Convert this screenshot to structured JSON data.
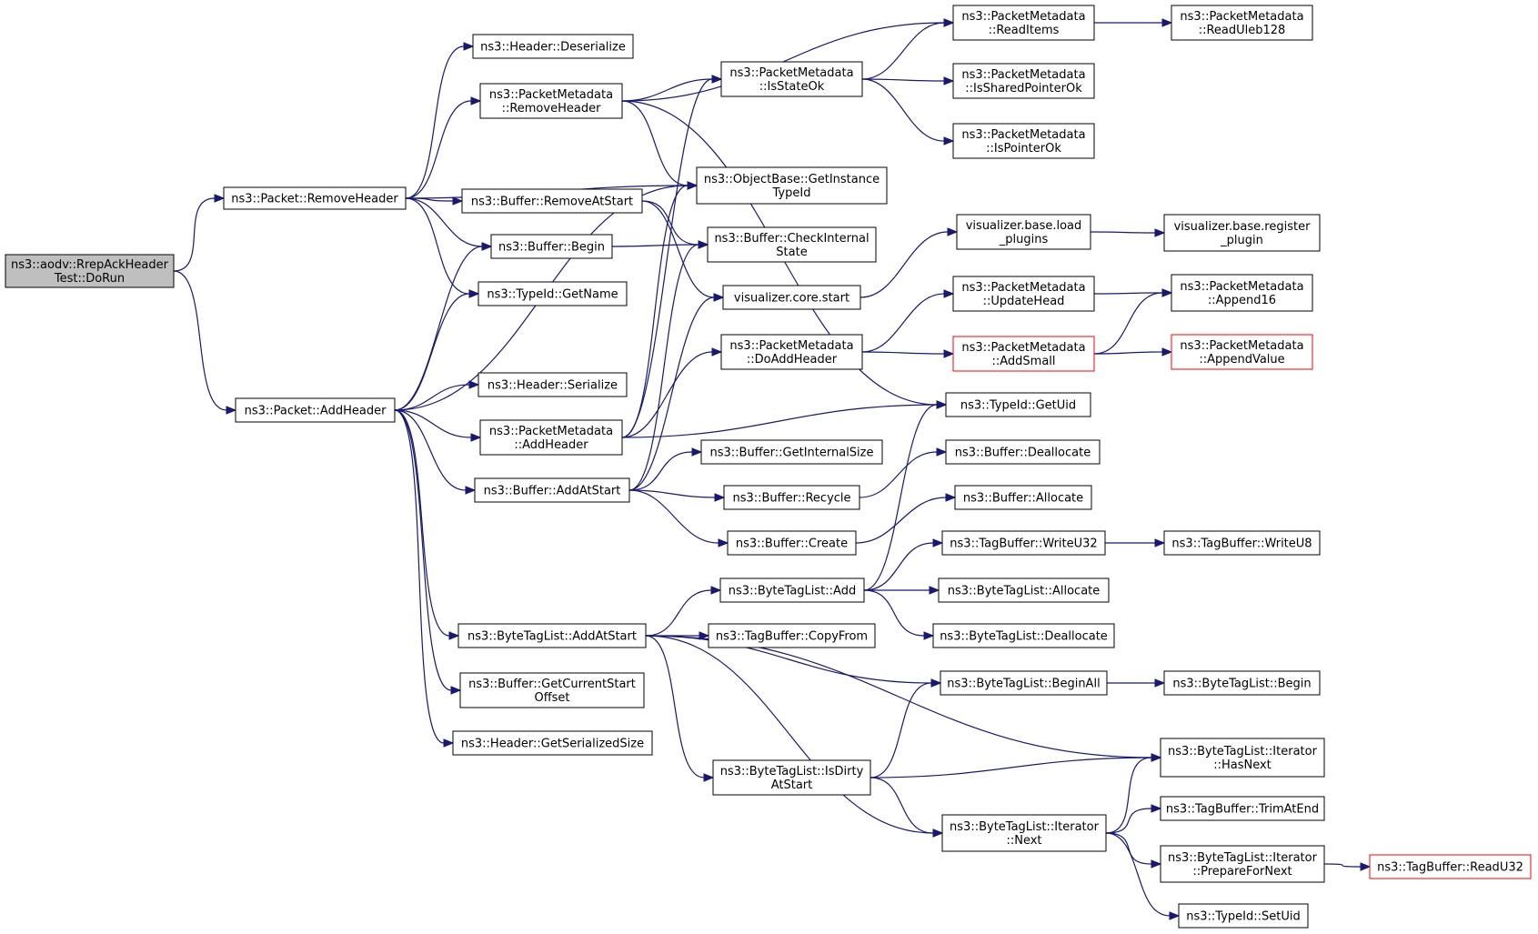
{
  "colors": {
    "edge": "#191970",
    "root_fill": "#bfbfbf",
    "node_border": "#000000",
    "truncated_border": "#ff0000"
  },
  "nodes": {
    "root": {
      "lines": [
        "ns3::aodv::RrepAckHeader",
        "Test::DoRun"
      ],
      "kind": "root"
    },
    "pkt_remove": {
      "lines": [
        "ns3::Packet::RemoveHeader"
      ]
    },
    "pkt_add": {
      "lines": [
        "ns3::Packet::AddHeader"
      ]
    },
    "hdr_deser": {
      "lines": [
        "ns3::Header::Deserialize"
      ]
    },
    "pm_remove": {
      "lines": [
        "ns3::PacketMetadata",
        "::RemoveHeader"
      ]
    },
    "buf_removeatstart": {
      "lines": [
        "ns3::Buffer::RemoveAtStart"
      ]
    },
    "buf_begin": {
      "lines": [
        "ns3::Buffer::Begin"
      ]
    },
    "typeid_getname": {
      "lines": [
        "ns3::TypeId::GetName"
      ]
    },
    "hdr_ser": {
      "lines": [
        "ns3::Header::Serialize"
      ]
    },
    "pm_addheader": {
      "lines": [
        "ns3::PacketMetadata",
        "::AddHeader"
      ]
    },
    "buf_addatstart": {
      "lines": [
        "ns3::Buffer::AddAtStart"
      ]
    },
    "btl_addatstart": {
      "lines": [
        "ns3::ByteTagList::AddAtStart"
      ]
    },
    "buf_getcurstart": {
      "lines": [
        "ns3::Buffer::GetCurrentStart",
        "Offset"
      ]
    },
    "hdr_getsersize": {
      "lines": [
        "ns3::Header::GetSerializedSize"
      ]
    },
    "pm_isstateok": {
      "lines": [
        "ns3::PacketMetadata",
        "::IsStateOk"
      ]
    },
    "ob_getinstance": {
      "lines": [
        "ns3::ObjectBase::GetInstance",
        "TypeId"
      ]
    },
    "buf_checkinternal": {
      "lines": [
        "ns3::Buffer::CheckInternal",
        "State"
      ]
    },
    "vis_core_start": {
      "lines": [
        "visualizer.core.start"
      ]
    },
    "pm_doaddheader": {
      "lines": [
        "ns3::PacketMetadata",
        "::DoAddHeader"
      ]
    },
    "buf_getinternalsize": {
      "lines": [
        "ns3::Buffer::GetInternalSize"
      ]
    },
    "buf_recycle": {
      "lines": [
        "ns3::Buffer::Recycle"
      ]
    },
    "buf_create": {
      "lines": [
        "ns3::Buffer::Create"
      ]
    },
    "btl_add": {
      "lines": [
        "ns3::ByteTagList::Add"
      ]
    },
    "tb_copyfrom": {
      "lines": [
        "ns3::TagBuffer::CopyFrom"
      ]
    },
    "btl_isdirty": {
      "lines": [
        "ns3::ByteTagList::IsDirty",
        "AtStart"
      ]
    },
    "pm_readitems": {
      "lines": [
        "ns3::PacketMetadata",
        "::ReadItems"
      ]
    },
    "pm_issharedptr": {
      "lines": [
        "ns3::PacketMetadata",
        "::IsSharedPointerOk"
      ]
    },
    "pm_isptr": {
      "lines": [
        "ns3::PacketMetadata",
        "::IsPointerOk"
      ]
    },
    "vis_base_load": {
      "lines": [
        "visualizer.base.load",
        "_plugins"
      ]
    },
    "pm_updatehead": {
      "lines": [
        "ns3::PacketMetadata",
        "::UpdateHead"
      ]
    },
    "pm_addsmall": {
      "lines": [
        "ns3::PacketMetadata",
        "::AddSmall"
      ],
      "kind": "trunc"
    },
    "typeid_getuid": {
      "lines": [
        "ns3::TypeId::GetUid"
      ]
    },
    "buf_dealloc": {
      "lines": [
        "ns3::Buffer::Deallocate"
      ]
    },
    "buf_alloc": {
      "lines": [
        "ns3::Buffer::Allocate"
      ]
    },
    "tb_writeu32": {
      "lines": [
        "ns3::TagBuffer::WriteU32"
      ]
    },
    "btl_alloc": {
      "lines": [
        "ns3::ByteTagList::Allocate"
      ]
    },
    "btl_dealloc": {
      "lines": [
        "ns3::ByteTagList::Deallocate"
      ]
    },
    "btl_beginall": {
      "lines": [
        "ns3::ByteTagList::BeginAll"
      ]
    },
    "btli_next": {
      "lines": [
        "ns3::ByteTagList::Iterator",
        "::Next"
      ]
    },
    "pm_readuleb": {
      "lines": [
        "ns3::PacketMetadata",
        "::ReadUleb128"
      ]
    },
    "vis_base_register": {
      "lines": [
        "visualizer.base.register",
        "_plugin"
      ]
    },
    "pm_append16": {
      "lines": [
        "ns3::PacketMetadata",
        "::Append16"
      ]
    },
    "pm_appendvalue": {
      "lines": [
        "ns3::PacketMetadata",
        "::AppendValue"
      ],
      "kind": "trunc"
    },
    "tb_writeu8": {
      "lines": [
        "ns3::TagBuffer::WriteU8"
      ]
    },
    "btl_begin": {
      "lines": [
        "ns3::ByteTagList::Begin"
      ]
    },
    "btli_hasnext": {
      "lines": [
        "ns3::ByteTagList::Iterator",
        "::HasNext"
      ]
    },
    "tb_trimatend": {
      "lines": [
        "ns3::TagBuffer::TrimAtEnd"
      ]
    },
    "btli_prepare": {
      "lines": [
        "ns3::ByteTagList::Iterator",
        "::PrepareForNext"
      ]
    },
    "tb_readu32": {
      "lines": [
        "ns3::TagBuffer::ReadU32"
      ],
      "kind": "trunc"
    },
    "typeid_setuid": {
      "lines": [
        "ns3::TypeId::SetUid"
      ]
    }
  },
  "edges": [
    [
      "root",
      "pkt_remove"
    ],
    [
      "root",
      "pkt_add"
    ],
    [
      "pkt_remove",
      "hdr_deser"
    ],
    [
      "pkt_remove",
      "pm_remove"
    ],
    [
      "pkt_remove",
      "buf_removeatstart"
    ],
    [
      "pkt_remove",
      "buf_begin"
    ],
    [
      "pkt_remove",
      "typeid_getname"
    ],
    [
      "pkt_remove",
      "ob_getinstance"
    ],
    [
      "pkt_add",
      "buf_begin"
    ],
    [
      "pkt_add",
      "typeid_getname"
    ],
    [
      "pkt_add",
      "hdr_ser"
    ],
    [
      "pkt_add",
      "pm_addheader"
    ],
    [
      "pkt_add",
      "buf_addatstart"
    ],
    [
      "pkt_add",
      "btl_addatstart"
    ],
    [
      "pkt_add",
      "buf_getcurstart"
    ],
    [
      "pkt_add",
      "hdr_getsersize"
    ],
    [
      "pkt_add",
      "ob_getinstance"
    ],
    [
      "pm_remove",
      "pm_isstateok"
    ],
    [
      "pm_remove",
      "ob_getinstance"
    ],
    [
      "pm_remove",
      "pm_readitems"
    ],
    [
      "pm_remove",
      "typeid_getuid"
    ],
    [
      "buf_removeatstart",
      "buf_checkinternal"
    ],
    [
      "buf_removeatstart",
      "vis_core_start"
    ],
    [
      "buf_begin",
      "buf_checkinternal"
    ],
    [
      "pm_addheader",
      "pm_isstateok"
    ],
    [
      "pm_addheader",
      "ob_getinstance"
    ],
    [
      "pm_addheader",
      "pm_doaddheader"
    ],
    [
      "pm_addheader",
      "typeid_getuid"
    ],
    [
      "buf_addatstart",
      "buf_checkinternal"
    ],
    [
      "buf_addatstart",
      "vis_core_start"
    ],
    [
      "buf_addatstart",
      "buf_getinternalsize"
    ],
    [
      "buf_addatstart",
      "buf_recycle"
    ],
    [
      "buf_addatstart",
      "buf_create"
    ],
    [
      "btl_addatstart",
      "btl_add"
    ],
    [
      "btl_addatstart",
      "tb_copyfrom"
    ],
    [
      "btl_addatstart",
      "btl_beginall"
    ],
    [
      "btl_addatstart",
      "btli_hasnext"
    ],
    [
      "btl_addatstart",
      "btl_isdirty"
    ],
    [
      "btl_addatstart",
      "btli_next"
    ],
    [
      "pm_isstateok",
      "pm_readitems"
    ],
    [
      "pm_isstateok",
      "pm_issharedptr"
    ],
    [
      "pm_isstateok",
      "pm_isptr"
    ],
    [
      "vis_core_start",
      "vis_base_load"
    ],
    [
      "pm_doaddheader",
      "pm_updatehead"
    ],
    [
      "pm_doaddheader",
      "pm_addsmall"
    ],
    [
      "buf_recycle",
      "buf_dealloc"
    ],
    [
      "buf_create",
      "buf_alloc"
    ],
    [
      "btl_add",
      "tb_writeu32"
    ],
    [
      "btl_add",
      "btl_alloc"
    ],
    [
      "btl_add",
      "btl_dealloc"
    ],
    [
      "btl_add",
      "typeid_getuid"
    ],
    [
      "btl_isdirty",
      "btl_beginall"
    ],
    [
      "btl_isdirty",
      "btli_hasnext"
    ],
    [
      "btl_isdirty",
      "btli_next"
    ],
    [
      "pm_readitems",
      "pm_readuleb"
    ],
    [
      "vis_base_load",
      "vis_base_register"
    ],
    [
      "pm_updatehead",
      "pm_append16"
    ],
    [
      "pm_addsmall",
      "pm_append16"
    ],
    [
      "pm_addsmall",
      "pm_appendvalue"
    ],
    [
      "tb_writeu32",
      "tb_writeu8"
    ],
    [
      "btl_beginall",
      "btl_begin"
    ],
    [
      "btli_next",
      "btli_hasnext"
    ],
    [
      "btli_next",
      "tb_trimatend"
    ],
    [
      "btli_next",
      "btli_prepare"
    ],
    [
      "btli_next",
      "typeid_setuid"
    ],
    [
      "btli_prepare",
      "tb_readu32"
    ]
  ]
}
